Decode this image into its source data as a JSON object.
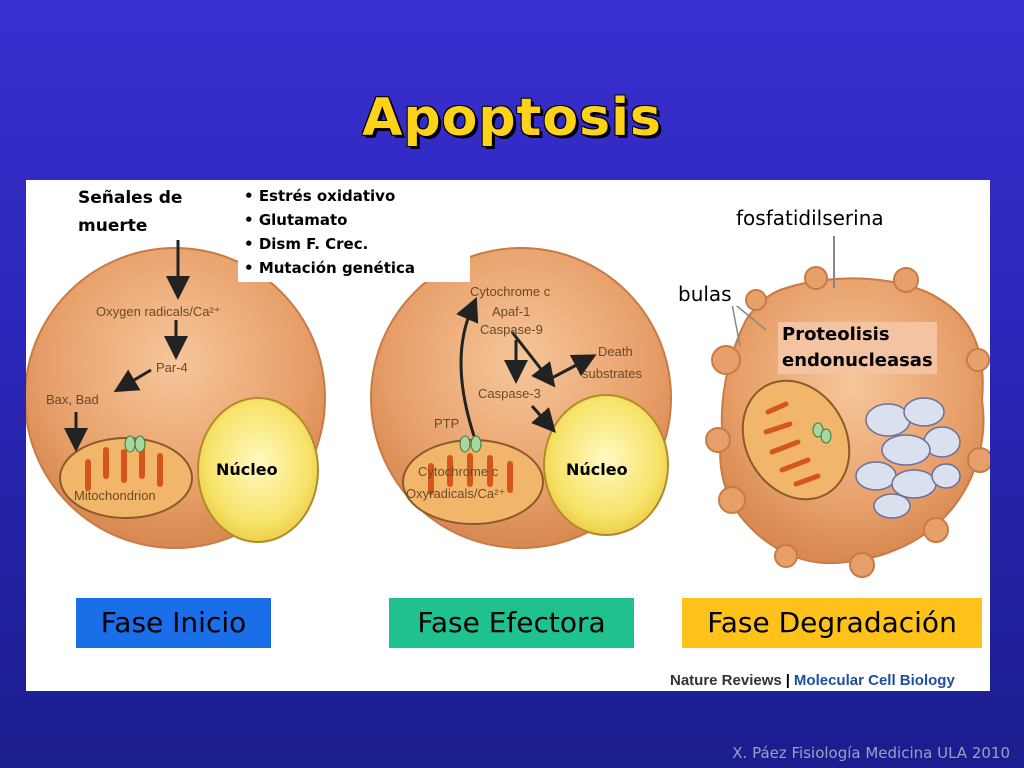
{
  "title": "Apoptosis",
  "signals_label": "Señales de muerte",
  "stress_list": [
    "Estrés oxidativo",
    "Glutamato",
    "Dism F. Crec.",
    "Mutación genética"
  ],
  "cell1": {
    "oxygen": "Oxygen radicals/Ca²⁺",
    "par4": "Par-4",
    "bax": "Bax, Bad",
    "mito": "Mitochondrion",
    "nucleus": "Núcleo"
  },
  "cell2": {
    "cyt": "Cytochrome c",
    "apaf": "Apaf-1",
    "casp9": "Caspase-9",
    "casp3": "Caspase-3",
    "death1": "Death",
    "death2": "substrates",
    "ptp": "PTP",
    "cyt2": "Cytochrome c",
    "oxy": "Oxyradicals/Ca²⁺",
    "nucleus": "Núcleo"
  },
  "cell3": {
    "fosfatidil": "fosfatidilserina",
    "bulas": "bulas",
    "proteolisis": "Proteolisis",
    "endonucleasas": "endonucleasas"
  },
  "phases": [
    {
      "label": "Fase Inicio",
      "color": "#1a6ee8"
    },
    {
      "label": "Fase Efectora",
      "color": "#1fc28e"
    },
    {
      "label": "Fase Degradación",
      "color": "#ffc21a"
    }
  ],
  "credit": {
    "left": "Nature Reviews",
    "sep": "|",
    "right": "Molecular Cell Biology"
  },
  "footer": "X. Páez Fisiología Medicina ULA 2010"
}
